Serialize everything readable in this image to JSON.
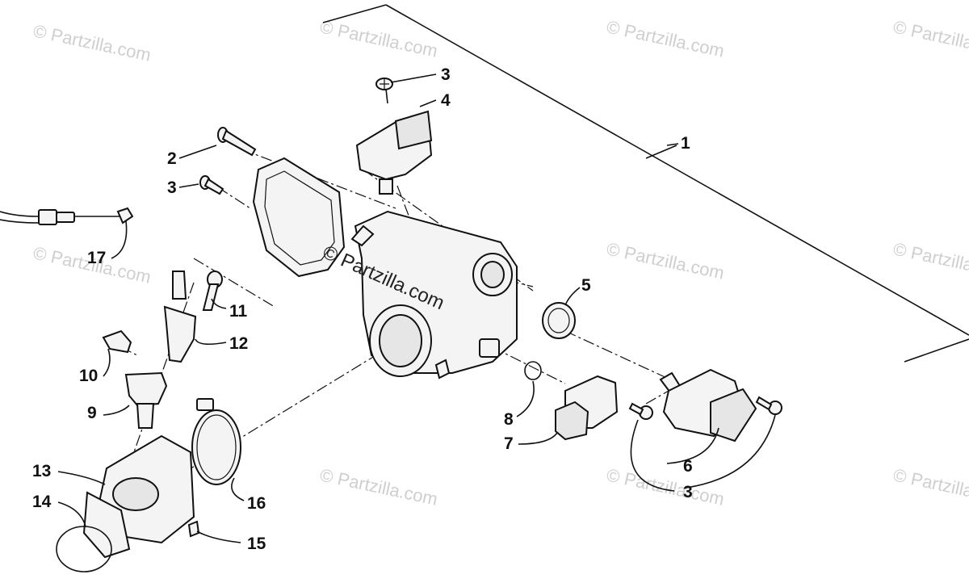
{
  "watermark": {
    "text": "© Partzilla.com",
    "center_text": "© Partzilla.com"
  },
  "callouts": {
    "c1": "1",
    "c2": "2",
    "c3a": "3",
    "c3b": "3",
    "c3c": "3",
    "c4": "4",
    "c5": "5",
    "c6": "6",
    "c7": "7",
    "c8": "8",
    "c9": "9",
    "c10": "10",
    "c11": "11",
    "c12": "12",
    "c13": "13",
    "c14": "14",
    "c15": "15",
    "c16": "16",
    "c17": "17"
  }
}
